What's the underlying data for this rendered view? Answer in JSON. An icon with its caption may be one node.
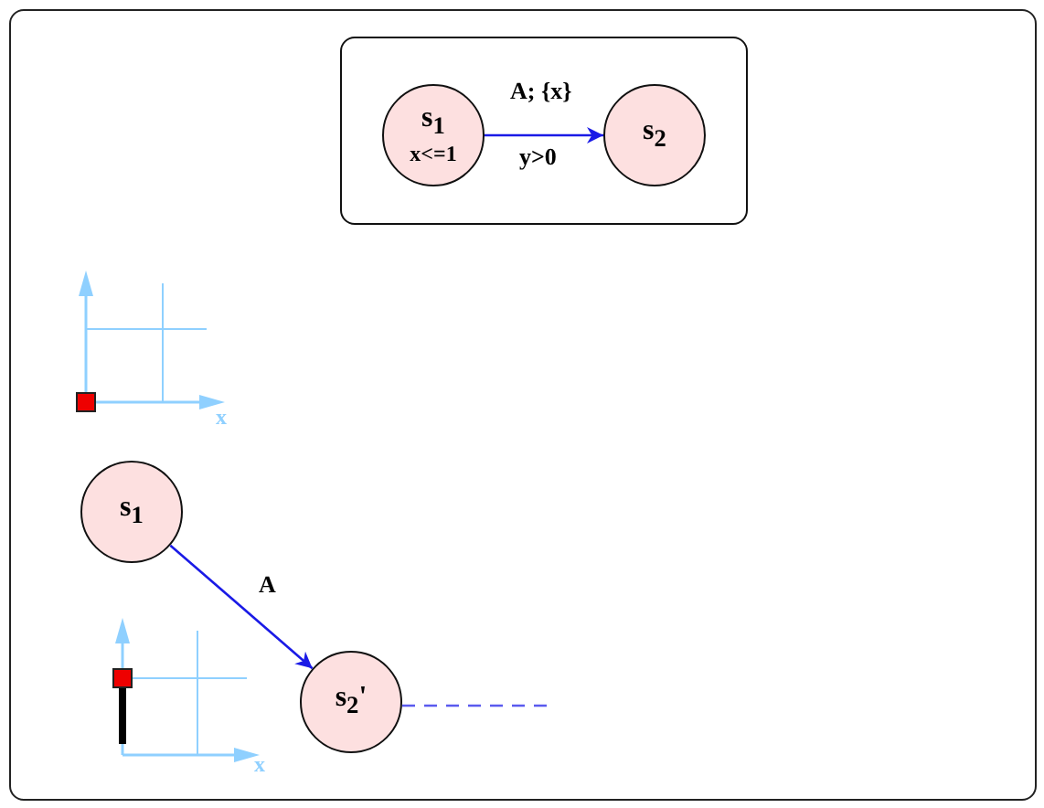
{
  "diagram": {
    "nodes": [
      {
        "text": [],
        "shape": "box"
      },
      {
        "text": [
          "s$_{1}$",
          "x<=1"
        ],
        "in": 0
      },
      {
        "text": [
          "s$_{2}$"
        ],
        "in": 0
      },
      {
        "text": [
          "s$_{1}$"
        ]
      },
      {
        "text": [
          "s$_{2}$'"
        ]
      }
    ],
    "edges": [
      {
        "from": 1,
        "to": 2,
        "arrow": "to",
        "label": "A; {x}"
      },
      {
        "from": 3,
        "to": 4,
        "arrow": "to",
        "label": "A"
      },
      {
        "from": 4,
        "to": null,
        "arrow": "none",
        "style": "dashed",
        "color": "#5a5aee"
      }
    ],
    "labels": [
      "y>0",
      "x",
      "x"
    ]
  }
}
